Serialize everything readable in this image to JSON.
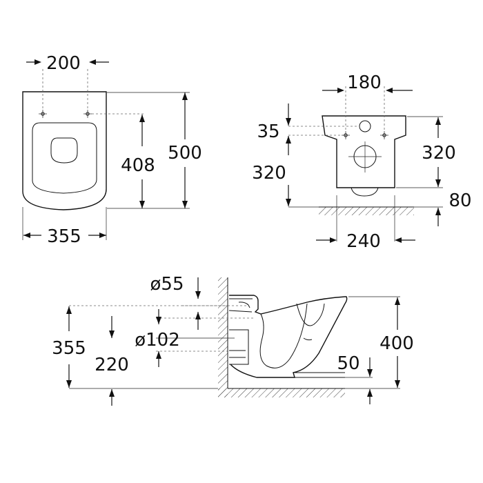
{
  "top_view": {
    "width_holes": "200",
    "height_holes": "408",
    "height_total": "500",
    "width_total": "355"
  },
  "front_view": {
    "width_top": "180",
    "offset_top": "35",
    "height_left": "320",
    "height_right": "320",
    "floor_gap": "80",
    "width_bottom": "240"
  },
  "side_view": {
    "pipe_small": "ø55",
    "pipe_large": "ø102",
    "height_left": "355",
    "height_mid": "220",
    "height_right": "400",
    "floor_gap": "50"
  }
}
